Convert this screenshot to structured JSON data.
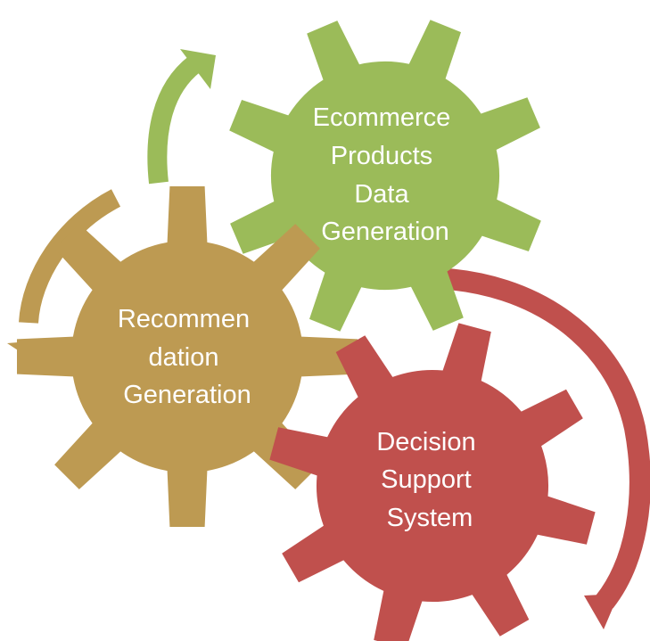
{
  "diagram": {
    "type": "gear-cycle",
    "gears": [
      {
        "id": "ecommerce",
        "lines": [
          "Ecommerce",
          "Products",
          "Data",
          "Generation"
        ],
        "color": "#9bbb59"
      },
      {
        "id": "recommendation",
        "lines": [
          "Recommen",
          "dation",
          "Generation"
        ],
        "color": "#bd9a52"
      },
      {
        "id": "decision",
        "lines": [
          "Decision",
          "Support",
          "System"
        ],
        "color": "#c0504d"
      }
    ],
    "arrows": [
      {
        "id": "green-arrow",
        "color": "#9bbb59"
      },
      {
        "id": "gold-arrow",
        "color": "#bd9a52"
      },
      {
        "id": "red-arrow",
        "color": "#c0504d"
      }
    ]
  }
}
